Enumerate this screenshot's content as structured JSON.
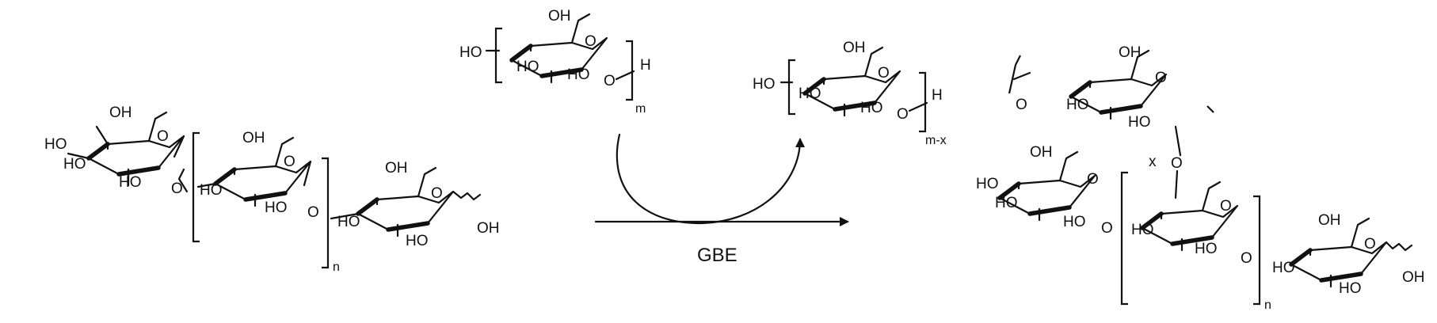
{
  "scheme": {
    "enzyme_label": "GBE",
    "labels": {
      "ho": "HO",
      "oh": "OH",
      "o": "O",
      "h": "H",
      "n": "n",
      "m": "m",
      "mx": "m-x",
      "x": "x"
    },
    "colors": {
      "ink": "#111111",
      "background": "#ffffff"
    }
  }
}
